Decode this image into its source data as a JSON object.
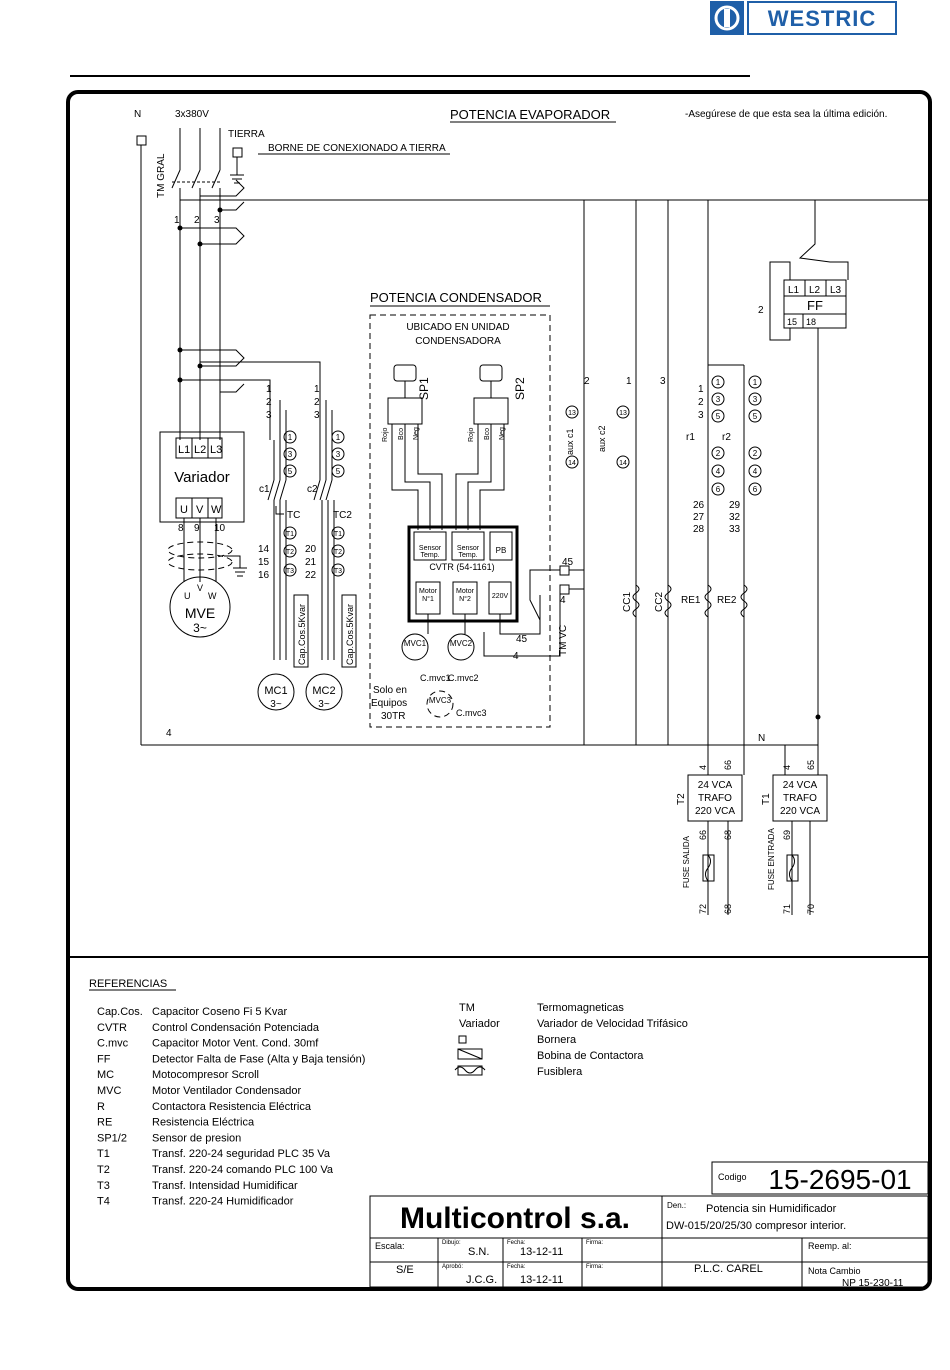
{
  "brand": {
    "name": "WESTRIC",
    "accent": "#1f5fa8"
  },
  "header": {
    "evaporator_title": "POTENCIA EVAPORADOR",
    "edition_note": "-Asegúrese de que esta sea la última edición."
  },
  "supply": {
    "neutral": "N",
    "phases": "3x380V",
    "earth": "TIERRA",
    "earth_terminal": "BORNE DE CONEXIONADO A TIERRA",
    "breaker": "TM GRAL"
  },
  "condenser": {
    "title": "POTENCIA CONDENSADOR",
    "location_1": "UBICADO EN UNIDAD",
    "location_2": "CONDENSADORA",
    "sp1": "SP1",
    "sp2": "SP2",
    "wire_labels": [
      "Rojo",
      "Bco",
      "Neg"
    ],
    "controller": "CVTR (54-1161)",
    "sensor": "Sensor",
    "temp": "Temp.",
    "pb": "PB",
    "motor": "Motor",
    "n1": "N°1",
    "n2": "N°2",
    "v220": "220V",
    "tm_vc": "TM VC",
    "only_1": "Solo en",
    "only_2": "Equipos",
    "only_3": "30TR",
    "mvc1": "MVC1",
    "mvc2": "MVC2",
    "mvc3": "MVC3",
    "cmvc1": "C.mvc1",
    "cmvc2": "C.mvc2",
    "cmvc3": "C.mvc3"
  },
  "drive": {
    "title": "Variador",
    "in": [
      "L1",
      "L2",
      "L3"
    ],
    "out": [
      "U",
      "V",
      "W"
    ],
    "terms": [
      "8",
      "9",
      "10"
    ],
    "motor": "MVE",
    "motor_sub": "3~"
  },
  "compressors": {
    "c1": "c1",
    "c2": "c2",
    "tc": "TC",
    "tc2": "TC2",
    "cap": "Cap.Cos.5Kvar",
    "mc1": "MC1",
    "mc2": "MC2",
    "sub": "3~",
    "wires_a": [
      "14",
      "15",
      "16"
    ],
    "wires_b": [
      "20",
      "21",
      "22"
    ]
  },
  "ff": {
    "name": "FF",
    "terms": [
      "L1",
      "L2",
      "L3"
    ],
    "bottom": [
      "15",
      "18"
    ]
  },
  "relays": {
    "aux1": "aux c1",
    "aux2": "aux c2",
    "r1": "r1",
    "r2": "r2",
    "cc1": "CC1",
    "cc2": "CC2",
    "re1": "RE1",
    "re2": "RE2",
    "w1": [
      "26",
      "27",
      "28"
    ],
    "w2": [
      "29",
      "32",
      "33"
    ]
  },
  "trafos": [
    {
      "id": "T2",
      "line1": "24 VCA",
      "line2": "TRAFO",
      "line3": "220 VCA",
      "top": [
        "4",
        "66"
      ],
      "bottom": [
        "66",
        "68"
      ],
      "fuse": "FUSE SALIDA",
      "out": [
        "72",
        "68"
      ]
    },
    {
      "id": "T1",
      "line1": "24 VCA",
      "line2": "TRAFO",
      "line3": "220 VCA",
      "top": [
        "4",
        "65"
      ],
      "bottom": [
        "69"
      ],
      "fuse": "FUSE ENTRADA",
      "out": [
        "71",
        "70"
      ]
    }
  ],
  "references": {
    "title": "REFERENCIAS",
    "left": [
      {
        "k": "Cap.Cos.",
        "v": "Capacitor Coseno Fi 5 Kvar"
      },
      {
        "k": "CVTR",
        "v": "Control Condensación Potenciada"
      },
      {
        "k": "C.mvc",
        "v": "Capacitor Motor Vent. Cond. 30mf"
      },
      {
        "k": "FF",
        "v": "Detector Falta de Fase (Alta y Baja tensión)"
      },
      {
        "k": "MC",
        "v": "Motocompresor Scroll"
      },
      {
        "k": "MVC",
        "v": "Motor Ventilador Condensador"
      },
      {
        "k": "R",
        "v": "Contactora Resistencia Eléctrica"
      },
      {
        "k": "RE",
        "v": "Resistencia Eléctrica"
      },
      {
        "k": "SP1/2",
        "v": "Sensor de presion"
      },
      {
        "k": "T1",
        "v": "Transf. 220-24 seguridad PLC 35 Va"
      },
      {
        "k": "T2",
        "v": "Transf. 220-24 comando PLC 100 Va"
      },
      {
        "k": "T3",
        "v": "Transf. Intensidad Humidificar"
      },
      {
        "k": "T4",
        "v": "Transf. 220-24 Humidificador"
      }
    ],
    "right": [
      {
        "k": "TM",
        "v": "Termomagneticas"
      },
      {
        "k": "Variador",
        "v": "Variador de Velocidad Trifásico"
      },
      {
        "k": "□",
        "v": "Bornera"
      },
      {
        "k": "",
        "v": "Bobina de Contactora"
      },
      {
        "k": "",
        "v": "Fusiblera"
      }
    ]
  },
  "titleblock": {
    "codigo_label": "Codigo",
    "codigo": "15-2695-01",
    "company": "Multicontrol s.a.",
    "den_label": "Den.:",
    "den_1": "Potencia sin Humidificador",
    "den_2": "DW-015/20/25/30 compresor interior.",
    "escala_label": "Escala:",
    "escala": "S/E",
    "dibujo_label": "Dibujo:",
    "dibujo": "S.N.",
    "aprobo_label": "Aprobó:",
    "aprobo": "J.C.G.",
    "fecha_label": "Fecha:",
    "fecha1": "13-12-11",
    "fecha2": "13-12-11",
    "firma_label": "Firma:",
    "plc": "P.L.C. CAREL",
    "reemp_label": "Reemp. al:",
    "nota_label": "Nota Cambio",
    "nota": "NP 15-230-11"
  }
}
